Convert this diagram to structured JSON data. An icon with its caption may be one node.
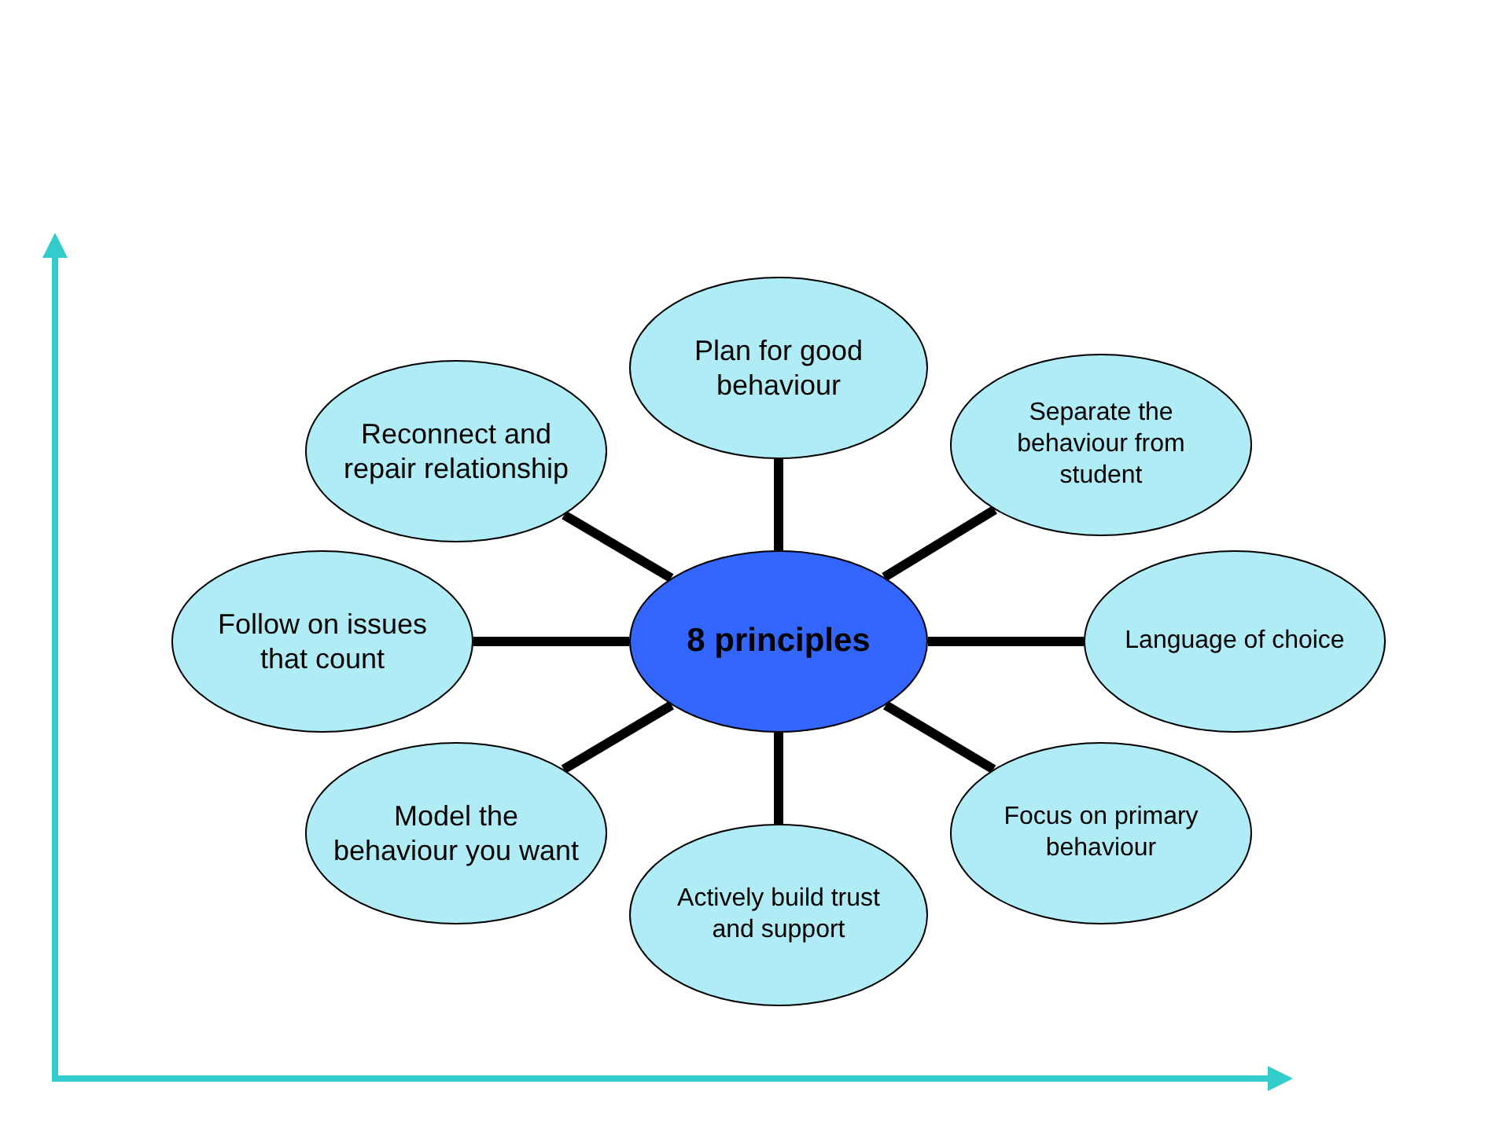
{
  "diagram": {
    "nodes": [
      {
        "text": [
          "8 principles"
        ]
      },
      {
        "text": [
          "Plan for good behaviour"
        ]
      },
      {
        "text": [
          "Separate the behaviour from student"
        ]
      },
      {
        "text": [
          "Language of choice"
        ]
      },
      {
        "text": [
          "Focus on primary behaviour"
        ]
      },
      {
        "text": [
          "Actively build trust and support"
        ]
      },
      {
        "text": [
          "Model the behaviour you want"
        ]
      },
      {
        "text": [
          "Follow on issues that count"
        ]
      },
      {
        "text": [
          "Reconnect and repair relationship"
        ]
      }
    ],
    "edges": [
      {
        "from": 0,
        "to": 1,
        "arrow": "none"
      },
      {
        "from": 0,
        "to": 2,
        "arrow": "none"
      },
      {
        "from": 0,
        "to": 3,
        "arrow": "none"
      },
      {
        "from": 0,
        "to": 4,
        "arrow": "none"
      },
      {
        "from": 0,
        "to": 5,
        "arrow": "none"
      },
      {
        "from": 0,
        "to": 6,
        "arrow": "none"
      },
      {
        "from": 0,
        "to": 7,
        "arrow": "none"
      },
      {
        "from": 0,
        "to": 8,
        "arrow": "none"
      }
    ]
  }
}
